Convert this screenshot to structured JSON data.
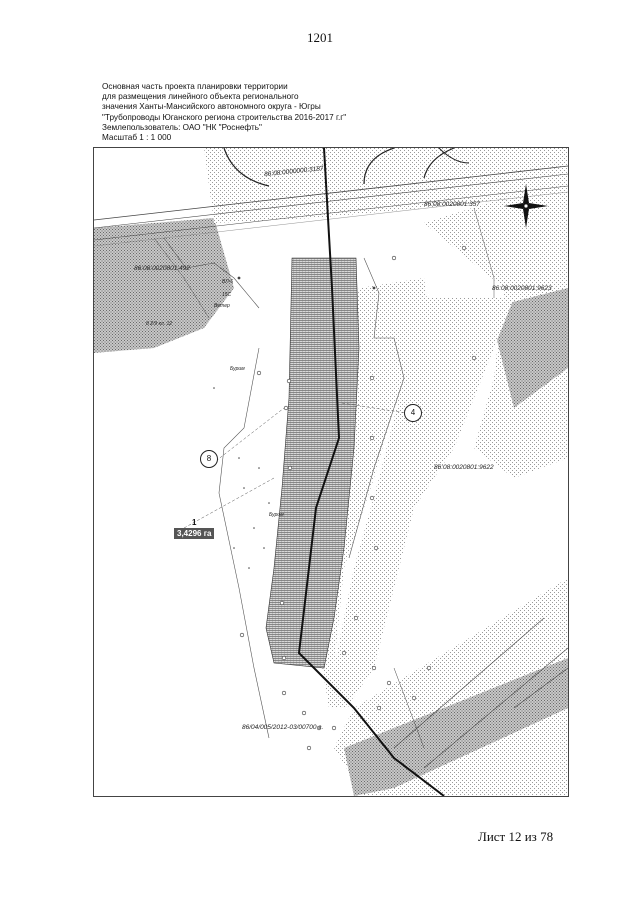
{
  "page": {
    "number": "1201",
    "footer": "Лист 12 из 78"
  },
  "header": {
    "lines": [
      "Основная часть проекта планировки территории",
      "для размещения линейного объекта регионального",
      "значения Ханты-Мансийского автономного округа - Югры",
      "\"Трубопроводы Юганского региона строительства 2016-2017 г.г\"",
      "Землепользователь: ОАО \"НК \"Роснефть\"",
      "Масштаб 1 : 1 000"
    ]
  },
  "map": {
    "cadastral_labels": [
      "86:08:0000000:31871",
      "86:08:0020801:357",
      "86:08:0020801:492",
      "86:08:0020801:9623",
      "86:08:0020801:9622",
      "86/04/005/2012-03/00700 г."
    ],
    "minor_labels": [
      "Ветер",
      "Бурим",
      "Бурим",
      "ВЛ-6",
      "15С",
      "8 2/9 кл. 12"
    ],
    "circle_labels": [
      "4",
      "8"
    ],
    "area": {
      "number": "1",
      "value": "3,4296 га"
    }
  }
}
